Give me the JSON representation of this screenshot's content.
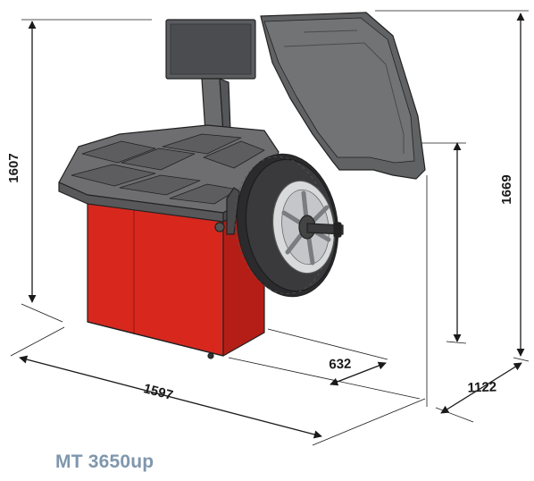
{
  "dimensions": {
    "height_left": "1607",
    "height_right": "1669",
    "width_front": "1597",
    "depth_base": "632",
    "depth_total": "1122"
  },
  "model_label": "MT 3650up",
  "colors": {
    "cabinet_red": "#d8281e",
    "body_gray": "#6e6e70",
    "hood_gray": "#5f6062",
    "screen_dark": "#4a4c50",
    "tire_dark": "#2b2b2d",
    "rim_silver": "#d9dadc",
    "caption_blue": "#7f97ad"
  }
}
